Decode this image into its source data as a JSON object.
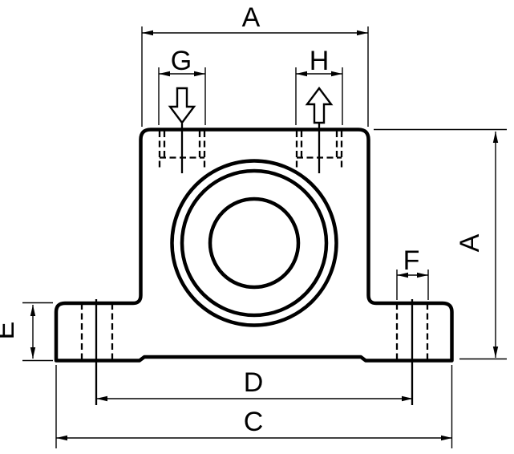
{
  "theme": {
    "paper": "#ffffff",
    "ink": "#000000"
  },
  "drawing": {
    "type": "technical-dimension-drawing",
    "subject": "pillow-block housing front view with two top ports and two flange bolt holes",
    "labels": {
      "top_width": "A",
      "right_height": "A",
      "inlet_port_width": "G",
      "outlet_port_width": "H",
      "flange_thickness": "E",
      "flange_hole_width": "F",
      "hole_spacing": "D",
      "overall_width": "C"
    },
    "icons": {
      "inlet": "down-arrow",
      "outlet": "up-arrow"
    }
  }
}
